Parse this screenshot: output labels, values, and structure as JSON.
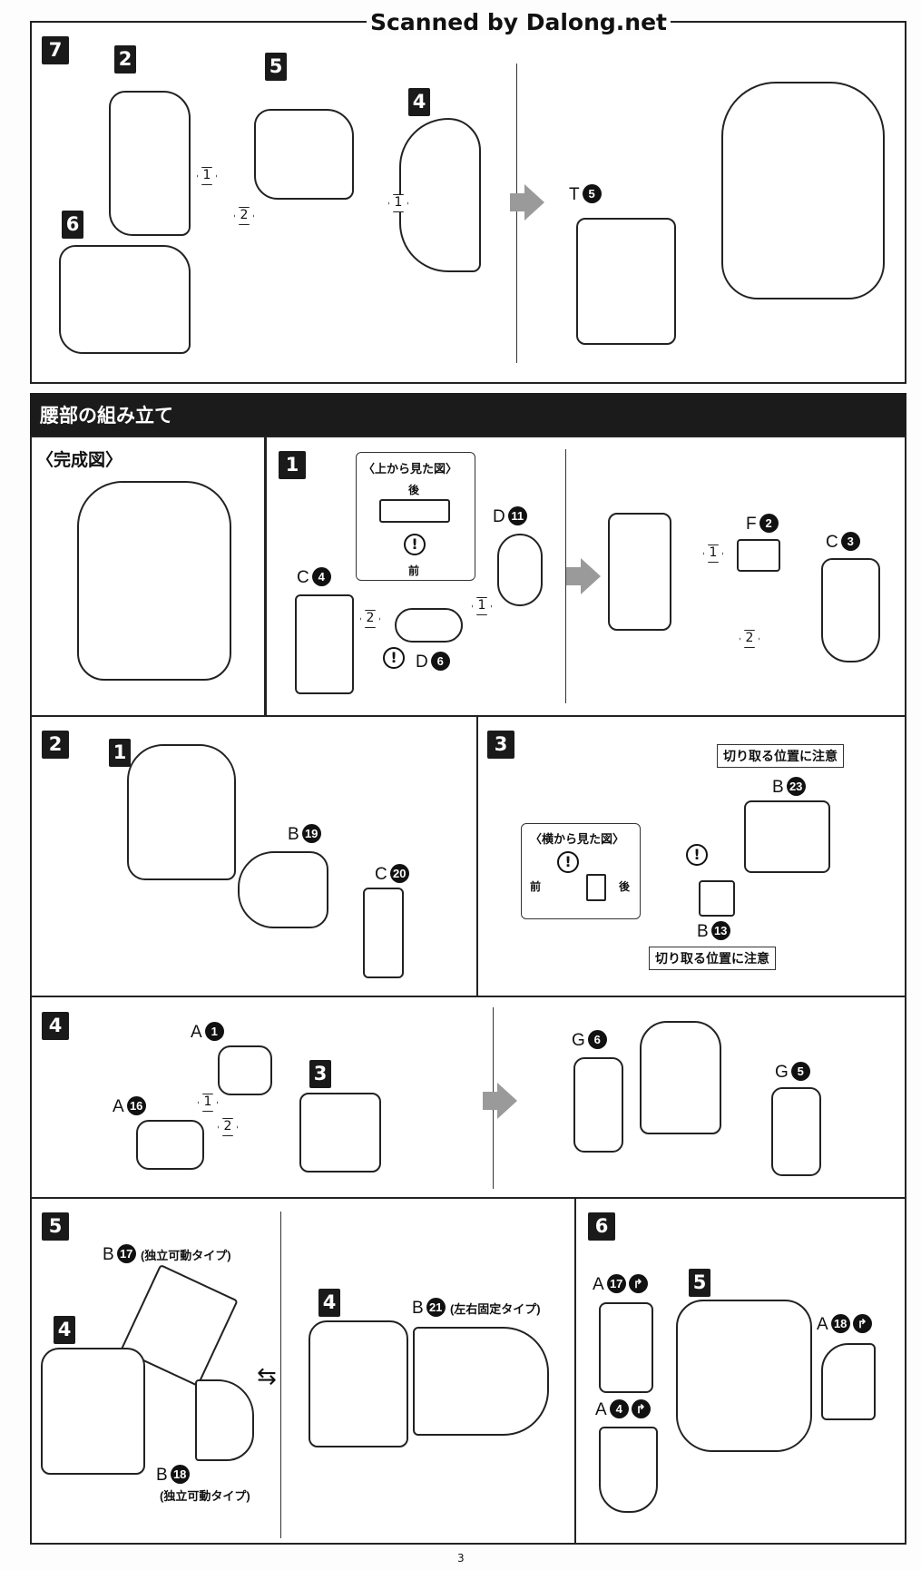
{
  "watermark": "Scanned by Dalong.net",
  "section_title": "腰部の組み立て",
  "page_number": "3",
  "step7": {
    "number": "7",
    "sub": [
      "2",
      "5",
      "4",
      "6"
    ],
    "t_part": "T",
    "t_num": "5",
    "seq": [
      "1",
      "1",
      "2"
    ]
  },
  "complete": {
    "title": "〈完成図〉"
  },
  "step1": {
    "number": "1",
    "callout_title": "〈上から見た図〉",
    "back": "後",
    "front": "前",
    "d11": "D",
    "d11n": "11",
    "c4": "C",
    "c4n": "4",
    "d6": "D",
    "d6n": "6",
    "f2": "F",
    "f2n": "2",
    "c3": "C",
    "c3n": "3",
    "seq": [
      "1",
      "2",
      "1",
      "2"
    ],
    "warn": "!"
  },
  "step2": {
    "number": "2",
    "sub": "1",
    "b19": "B",
    "b19n": "19",
    "c20": "C",
    "c20n": "20"
  },
  "step3": {
    "number": "3",
    "cut_note": "切り取る位置に注意",
    "b23": "B",
    "b23n": "23",
    "callout_title": "〈横から見た図〉",
    "front": "前",
    "back": "後",
    "b13": "B",
    "b13n": "13",
    "warn": "!"
  },
  "step4": {
    "number": "4",
    "a1": "A",
    "a1n": "1",
    "a16": "A",
    "a16n": "16",
    "sub": "3",
    "g6": "G",
    "g6n": "6",
    "g5": "G",
    "g5n": "5",
    "seq": [
      "1",
      "2"
    ]
  },
  "step5": {
    "number": "5",
    "sub_left": "4",
    "sub_right": "4",
    "b17": "B",
    "b17n": "17",
    "b17_type": "(独立可動タイプ)",
    "b18": "B",
    "b18n": "18",
    "b18_type": "(独立可動タイプ)",
    "b21": "B",
    "b21n": "21",
    "b21_type": "(左右固定タイプ)"
  },
  "step6": {
    "number": "6",
    "sub": "5",
    "a17": "A",
    "a17n": "17",
    "a18": "A",
    "a18n": "18",
    "a4": "A",
    "a4n": "4"
  }
}
